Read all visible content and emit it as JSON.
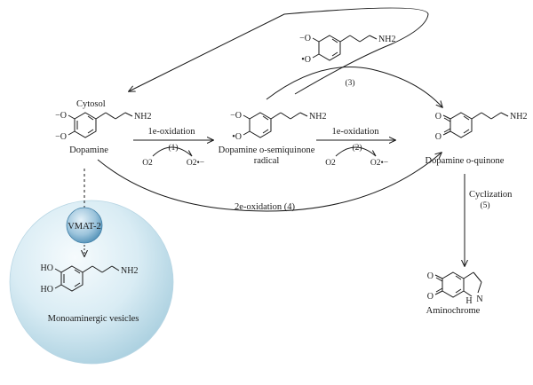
{
  "labels": {
    "cytosol": "Cytosol",
    "dopamine": "Dopamine",
    "semiquinone_line1": "Dopamine o-semiquinone",
    "semiquinone_line2": "radical",
    "quinone": "Dopamine o-quinone",
    "aminochrome": "Aminochrome",
    "vmat": "VMAT-2",
    "vesicles": "Monoaminergic vesicles"
  },
  "reactions": {
    "step1_label": "1e-oxidation",
    "step1_num": "(1)",
    "step2_label": "1e-oxidation",
    "step2_num": "(2)",
    "step3_num": "(3)",
    "step4_label": "2e-oxidation (4)",
    "step5_label": "Cyclization",
    "step5_num": "(5)",
    "o2": "O2",
    "superoxide": "O2•−"
  },
  "groups": {
    "o_minus": "−O",
    "o_radical": "•O",
    "nh2": "NH2",
    "ho": "HO",
    "o": "O",
    "nh": "N",
    "h": "H"
  },
  "colors": {
    "line": "#1a1a1a",
    "vesicle_light": "#eef7fb",
    "vesicle_dark": "#a9cfdf",
    "vmat_light": "#cfe5f1",
    "vmat_dark": "#4f8fb6"
  }
}
